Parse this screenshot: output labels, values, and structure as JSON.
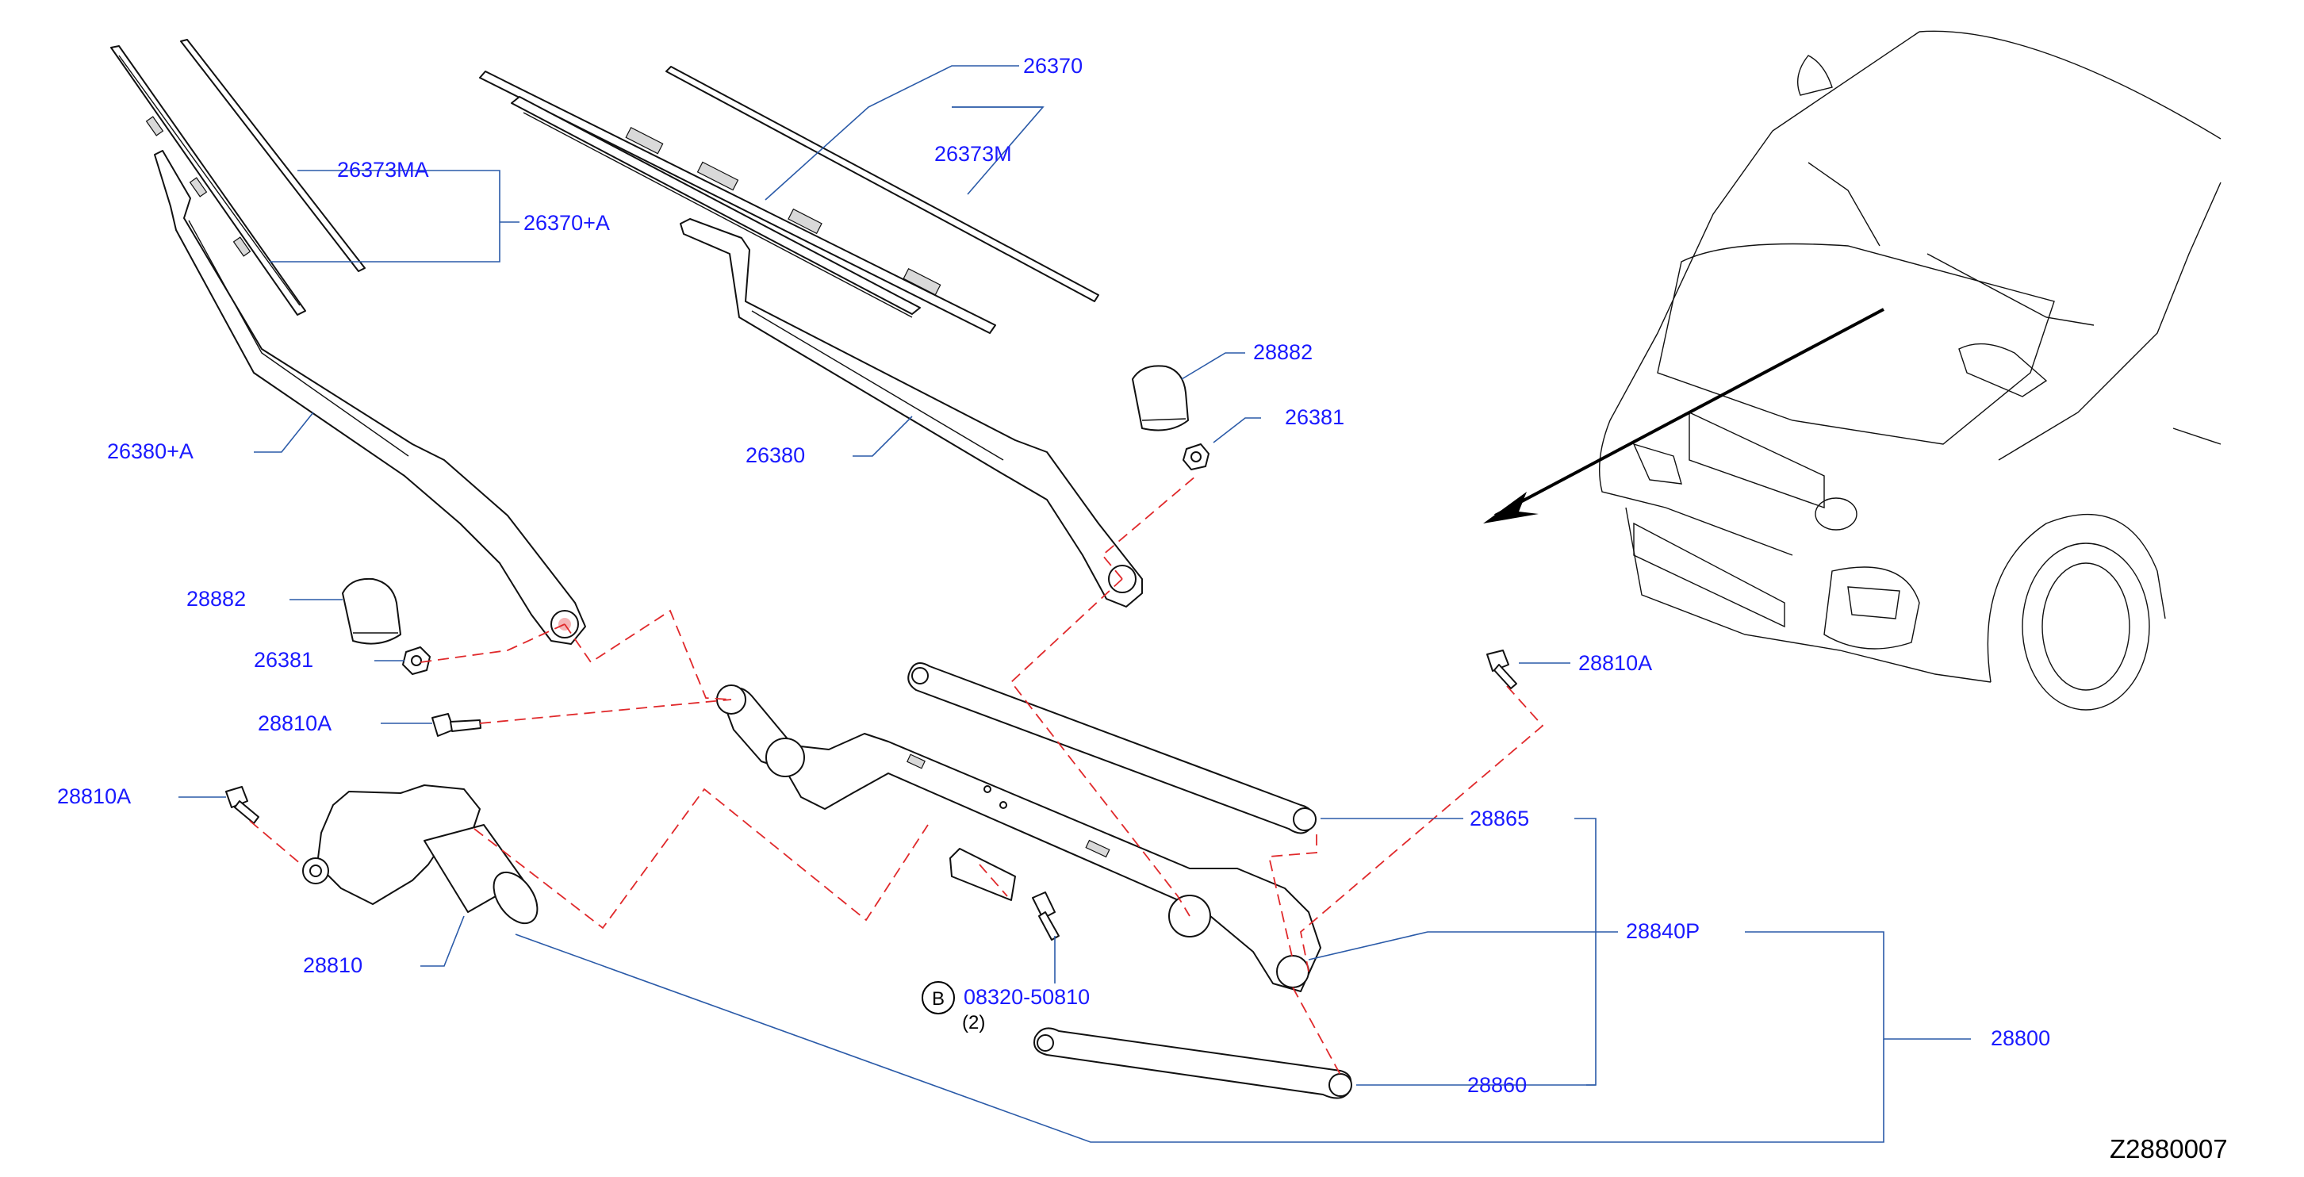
{
  "diagram": {
    "drawing_code": "Z2880007",
    "labels": {
      "p26370": "26370",
      "p26373M": "26373M",
      "p26373MA": "26373MA",
      "p26370A": "26370+A",
      "p26380A": "26380+A",
      "p26380": "26380",
      "p28882_right": "28882",
      "p26381_right": "26381",
      "p28882_left": "28882",
      "p26381_left": "26381",
      "p28810A_left_top": "28810A",
      "p28810A_left": "28810A",
      "p28810A_right": "28810A",
      "p28865": "28865",
      "p28840P": "28840P",
      "p28800": "28800",
      "p28810": "28810",
      "p28860": "28860",
      "bolt_circle": "B",
      "bolt_code": "08320-50810",
      "bolt_qty": "(2)"
    },
    "colors": {
      "label": "#1a1aff",
      "leader": "#2a5aa8",
      "dashed_link": "#e0292b",
      "outline": "#111111"
    }
  }
}
